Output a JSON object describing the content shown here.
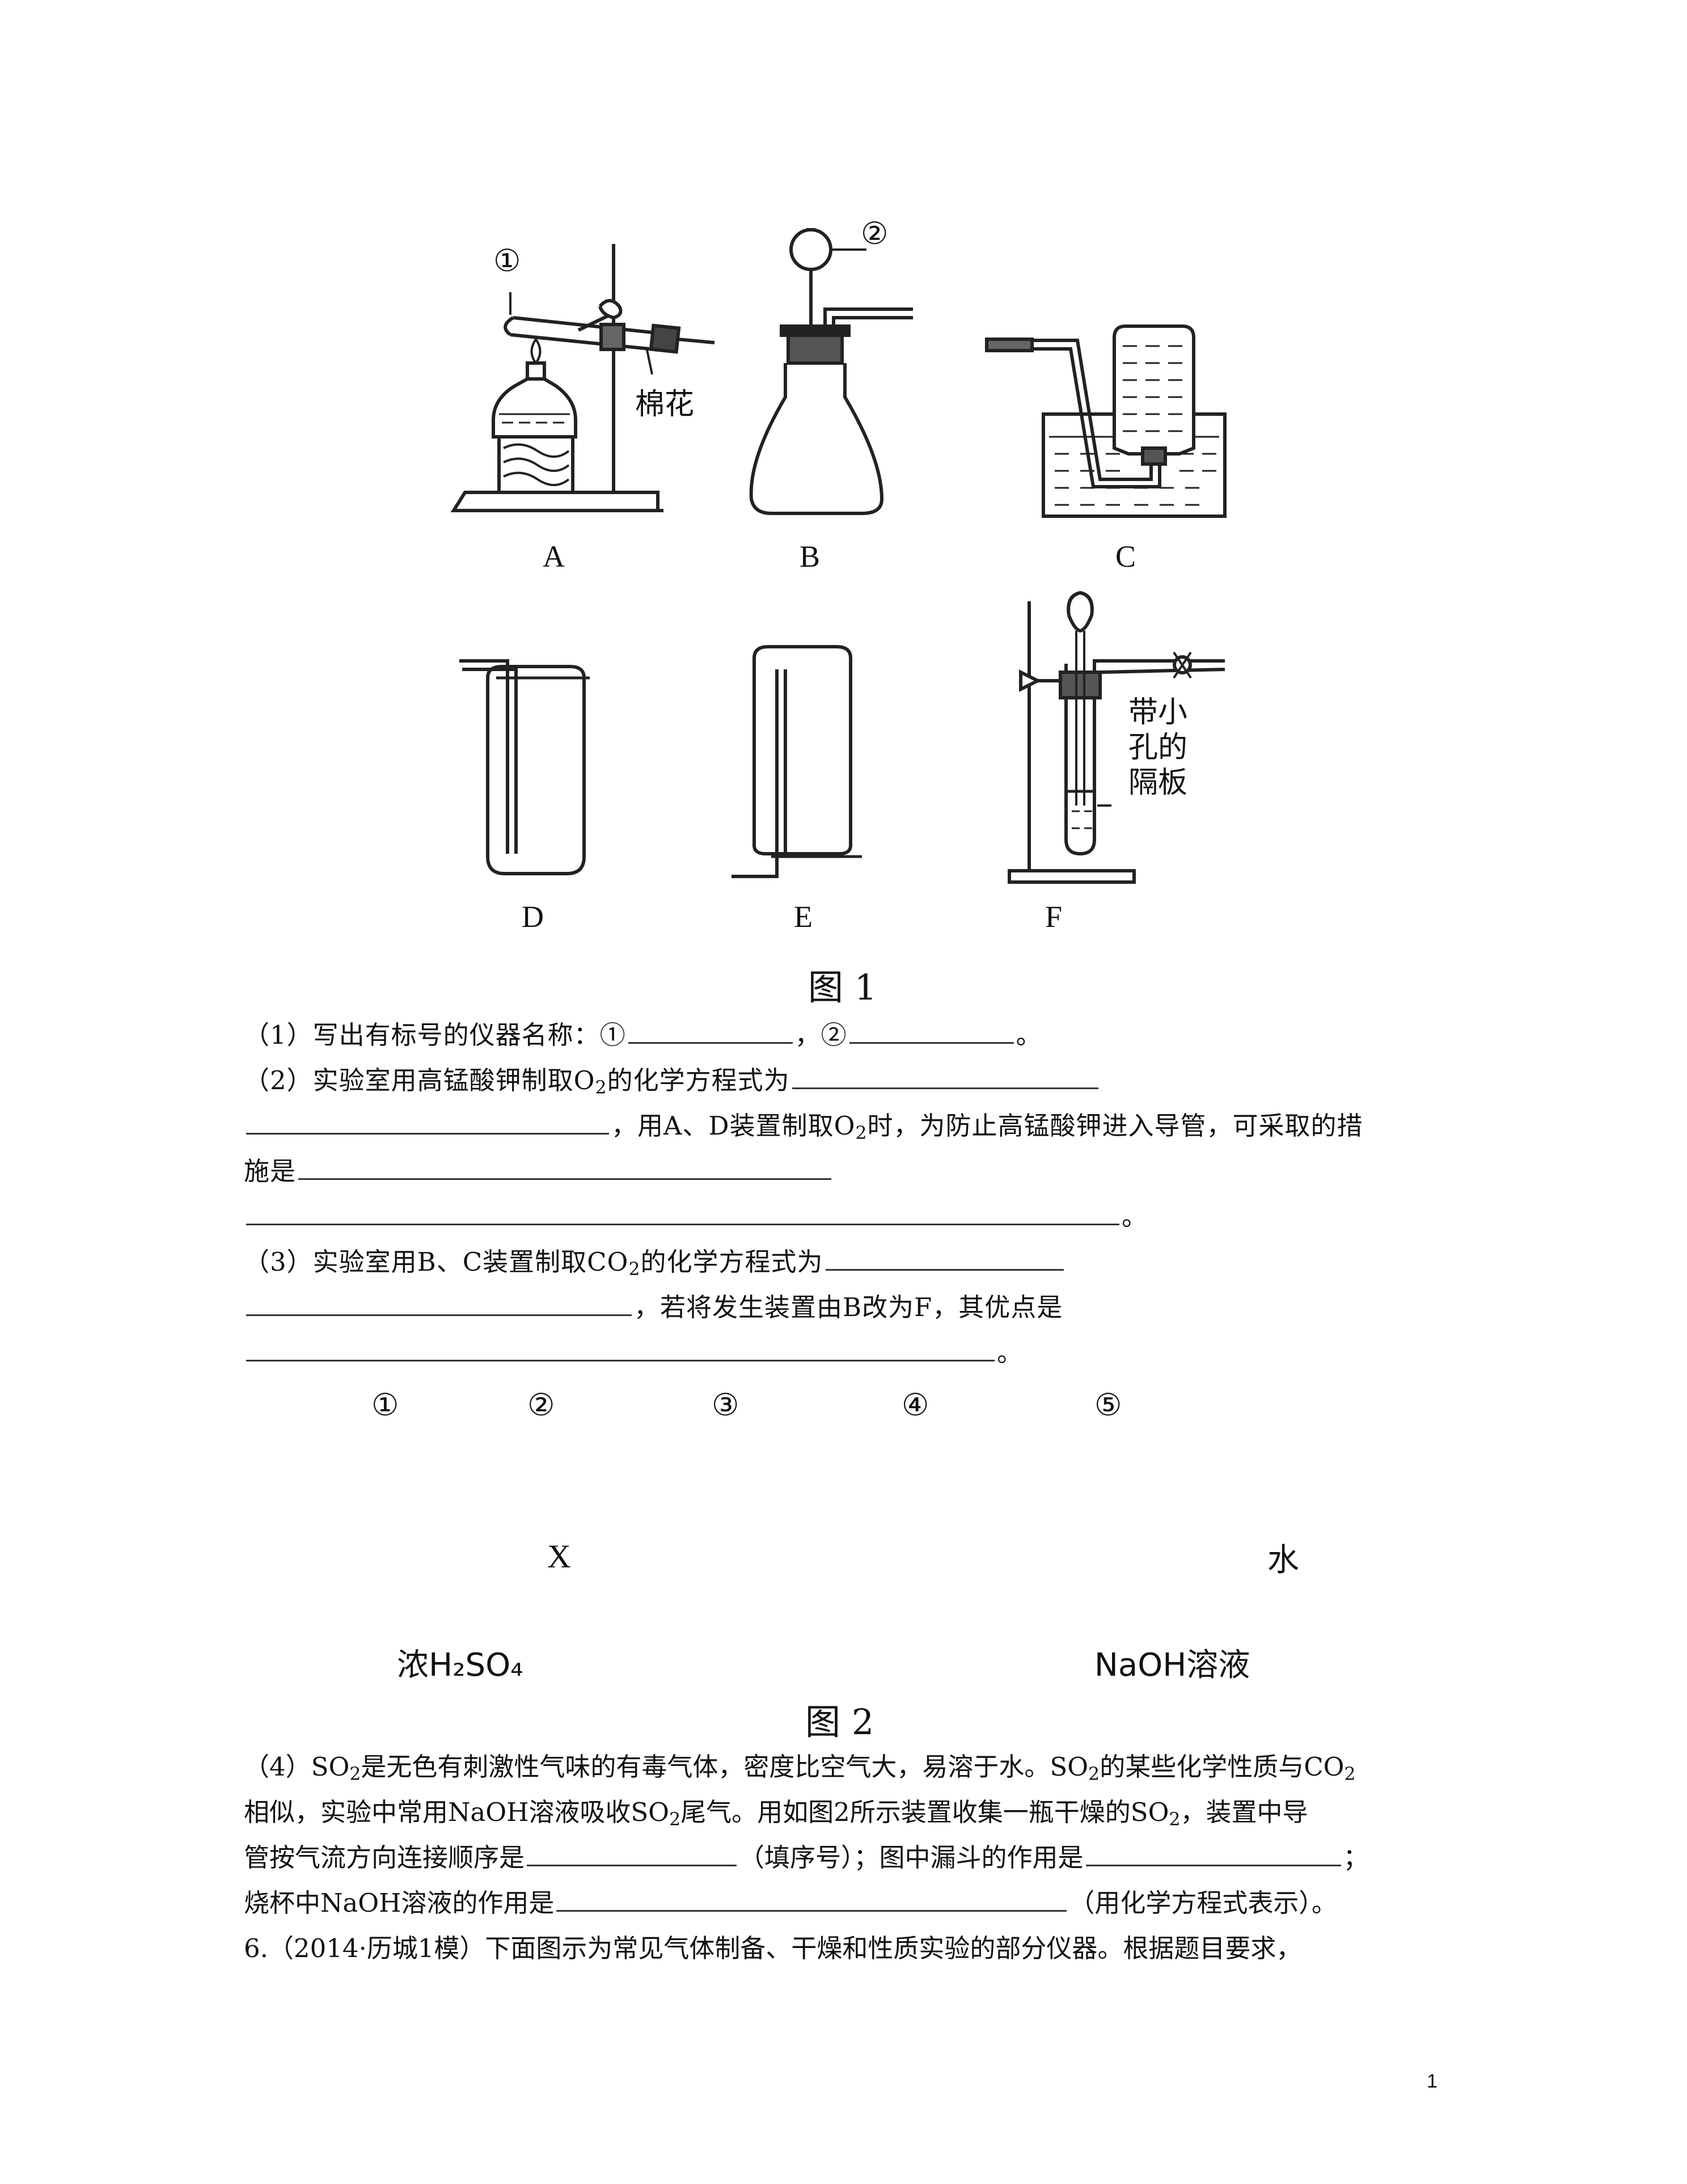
{
  "figure1": {
    "caption": "图 1",
    "apparatus_labels": [
      "A",
      "B",
      "C",
      "D",
      "E",
      "F"
    ],
    "mark1": "①",
    "mark2": "②",
    "cotton_label": "棉花",
    "plate_label": [
      "带小",
      "孔的",
      "隔板"
    ]
  },
  "figure2": {
    "caption": "图 2",
    "port_labels": [
      "①",
      "②",
      "③",
      "④",
      "⑤"
    ],
    "x_label": "X",
    "acid_label": "浓H₂SO₄",
    "water_label": "水",
    "naoh_label": "NaOH溶液"
  },
  "questions": {
    "q1": {
      "a": "（1）写出有标号的仪器名称：①",
      "b": "，②",
      "c": "。"
    },
    "q2": {
      "l1a": "（2）实验室用高锰酸钾制取O",
      "l1b": "的化学方程式为",
      "l2a": "，用A、D装置制取O",
      "l2b": "时，为防止高锰酸钾进入导管，可采取的措",
      "l3": "施是",
      "l4": "。"
    },
    "q3": {
      "l1a": "（3）实验室用B、C装置制取CO",
      "l1b": "的化学方程式为",
      "l2": "，若将发生装置由B改为F，其优点是",
      "l3": "。"
    },
    "q4": {
      "l1a": "（4）SO",
      "l1b": "是无色有刺激性气味的有毒气体，密度比空气大，易溶于水。SO",
      "l1c": "的某些化学性质与CO",
      "l2a": "相似，实验中常用NaOH溶液吸收SO",
      "l2b": "尾气。用如图2所示装置收集一瓶干燥的SO",
      "l2c": "，装置中导",
      "l3a": "管按气流方向连接顺序是",
      "l3b": "（填序号）；图中漏斗的作用是",
      "l3c": "；",
      "l4a": "烧杯中NaOH溶液的作用是",
      "l4b": "（用化学方程式表示）。"
    },
    "q6": "6.（2014·历城1模）下面图示为常见气体制备、干燥和性质实验的部分仪器。根据题目要求，"
  },
  "subscript": "2",
  "page_number": "1"
}
